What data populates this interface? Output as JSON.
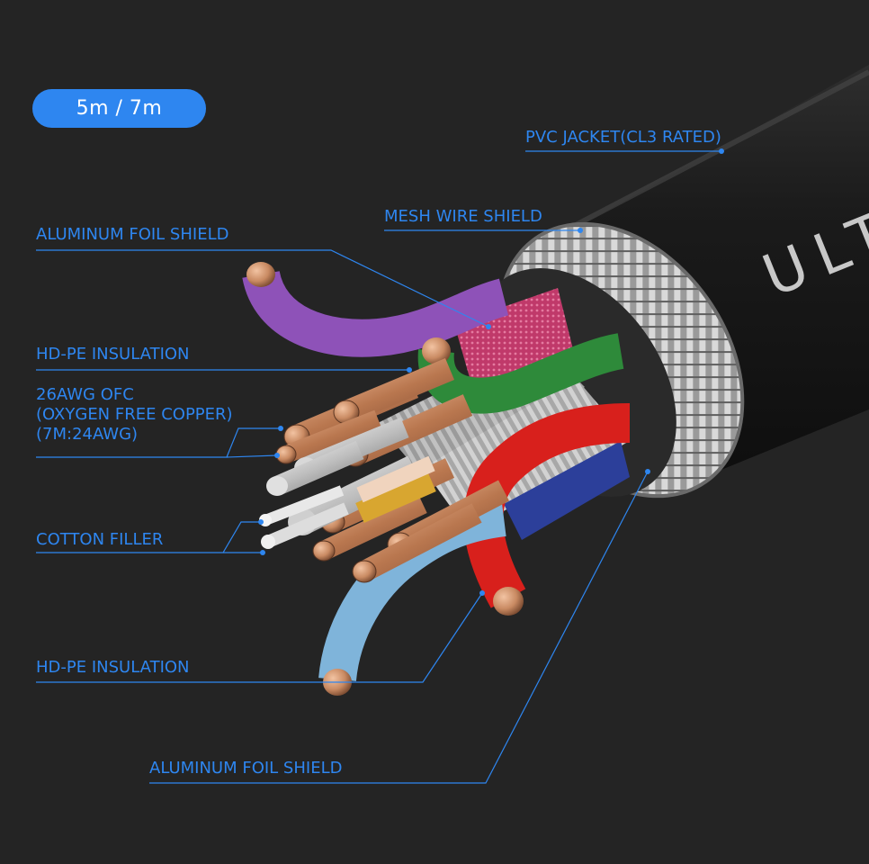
{
  "badge": {
    "text": "5m / 7m"
  },
  "brand_text": "ULT",
  "labels": {
    "pvc_jacket": "PVC JACKET(CL3 RATED)",
    "mesh_wire_shield": "MESH WIRE SHIELD",
    "aluminum_foil_shield_top": "ALUMINUM FOIL SHIELD",
    "hdpe_insulation_top": "HD-PE INSULATION",
    "ofc_line1": "26AWG OFC",
    "ofc_line2": "(OXYGEN FREE COPPER)",
    "ofc_line3": "(7M:24AWG)",
    "cotton_filler": "COTTON FILLER",
    "hdpe_insulation_bottom": "HD-PE INSULATION",
    "aluminum_foil_shield_bottom": "ALUMINUM FOIL SHIELD"
  },
  "colors": {
    "background": "#242424",
    "accent": "#2E86F0",
    "jacket": "#1A1A1A",
    "wire_purple": "#8E52B8",
    "wire_green": "#2E8A3A",
    "wire_red": "#D8201C",
    "wire_lightblue": "#7FB4DA",
    "copper": "#C98A62"
  }
}
